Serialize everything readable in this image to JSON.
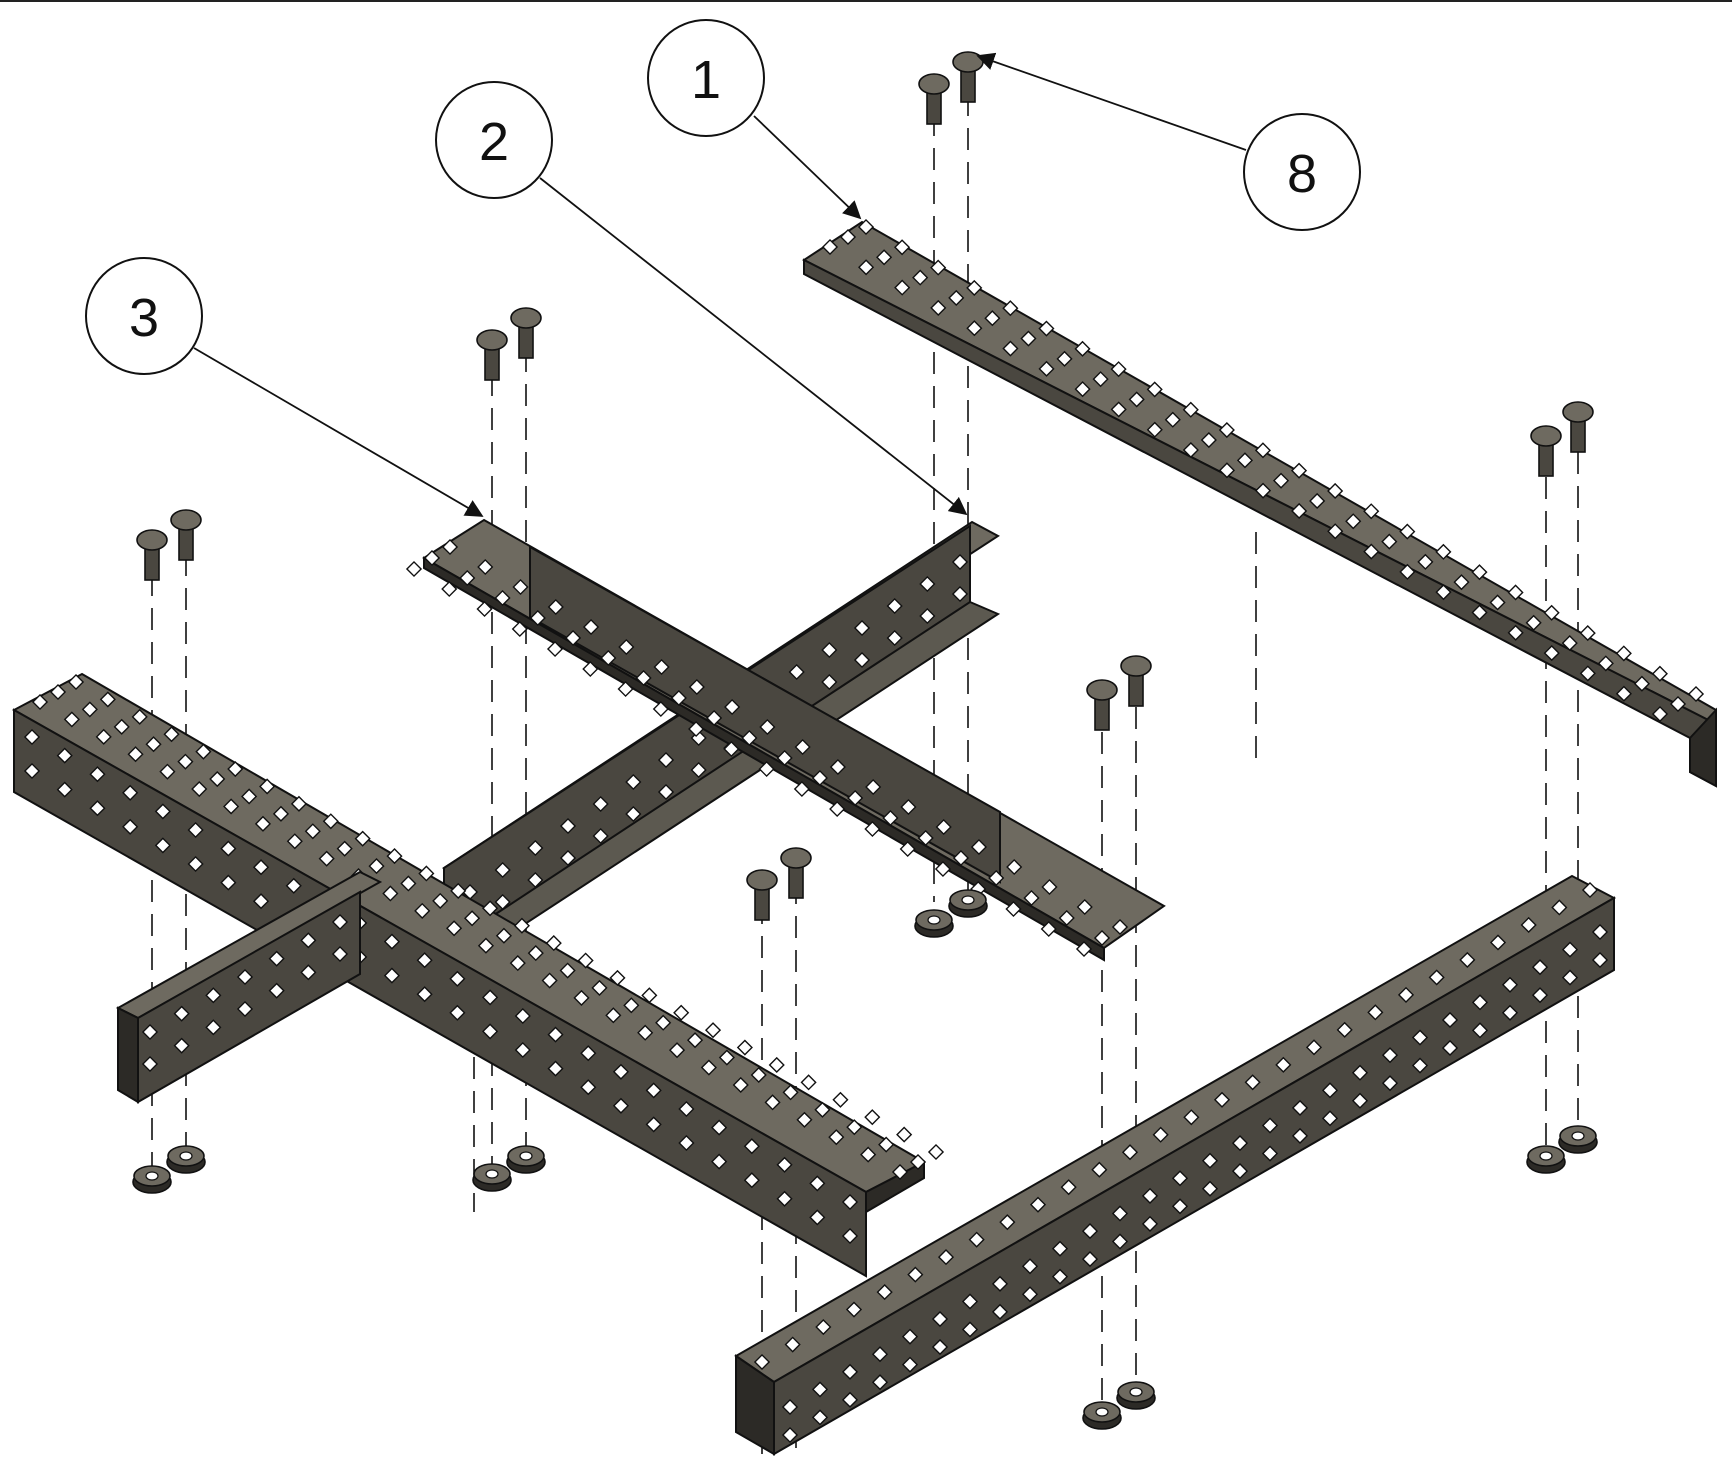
{
  "figure": {
    "callouts": [
      {
        "id": "c1",
        "label": "1"
      },
      {
        "id": "c2",
        "label": "2"
      },
      {
        "id": "c3",
        "label": "3"
      },
      {
        "id": "c8",
        "label": "8"
      }
    ]
  },
  "colors": {
    "metal_top": "#6e6a60",
    "metal_side": "#4a4740",
    "metal_dark": "#2c2a26",
    "hole": "#ffffff",
    "line": "#111111"
  }
}
